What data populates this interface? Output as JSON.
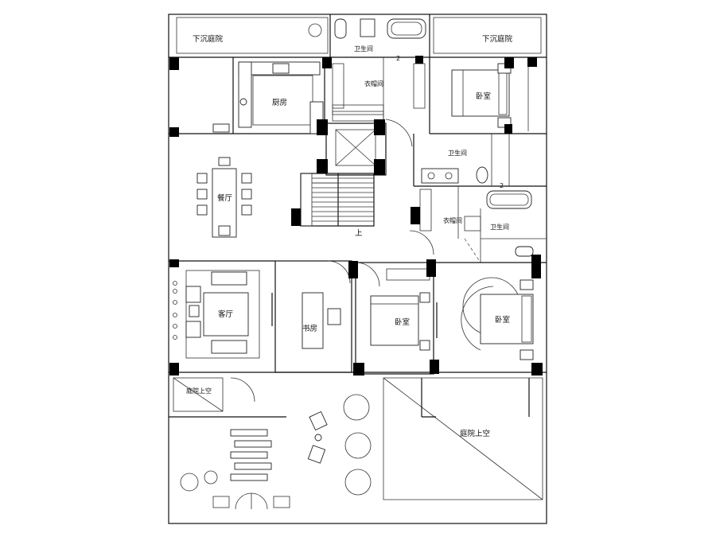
{
  "rooms": {
    "sunken_courtyard_left": "下沉庭院",
    "sunken_courtyard_right": "下沉庭院",
    "kitchen": "厨房",
    "dining": "餐厅",
    "living": "客厅",
    "study": "书房",
    "bath_top": "卫生间",
    "bath_mid": "卫生间",
    "bath_right": "卫生间",
    "closet_top": "衣帽间",
    "closet_mid": "衣帽间",
    "bedroom_top": "卧室",
    "bedroom_mid": "卧室",
    "bedroom_right": "卧室",
    "garden_terrace_left": "庭院上空",
    "garden_terrace_right": "庭院上空"
  },
  "stairs_label": "上",
  "door_marks": [
    "2",
    "2"
  ]
}
